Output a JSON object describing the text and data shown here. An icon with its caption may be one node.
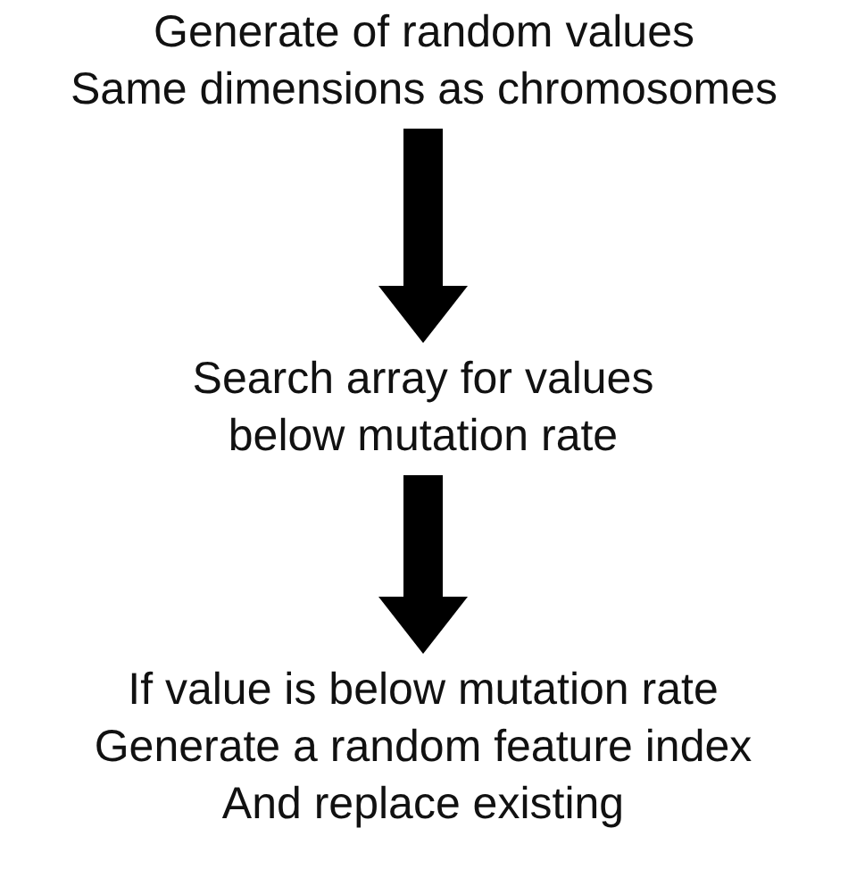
{
  "diagram": {
    "nodes": [
      {
        "text": [
          "Generate of random values",
          "Same dimensions as chromosomes"
        ]
      },
      {
        "text": [
          "Search array for values below mutation rate"
        ]
      },
      {
        "text": [
          "If value is below mutation rate",
          "Generate a random feature index And replace existing"
        ]
      }
    ],
    "edges": [
      {
        "from": 0,
        "to": 1,
        "arrow": "to"
      },
      {
        "from": 1,
        "to": 2,
        "arrow": "to"
      }
    ]
  }
}
